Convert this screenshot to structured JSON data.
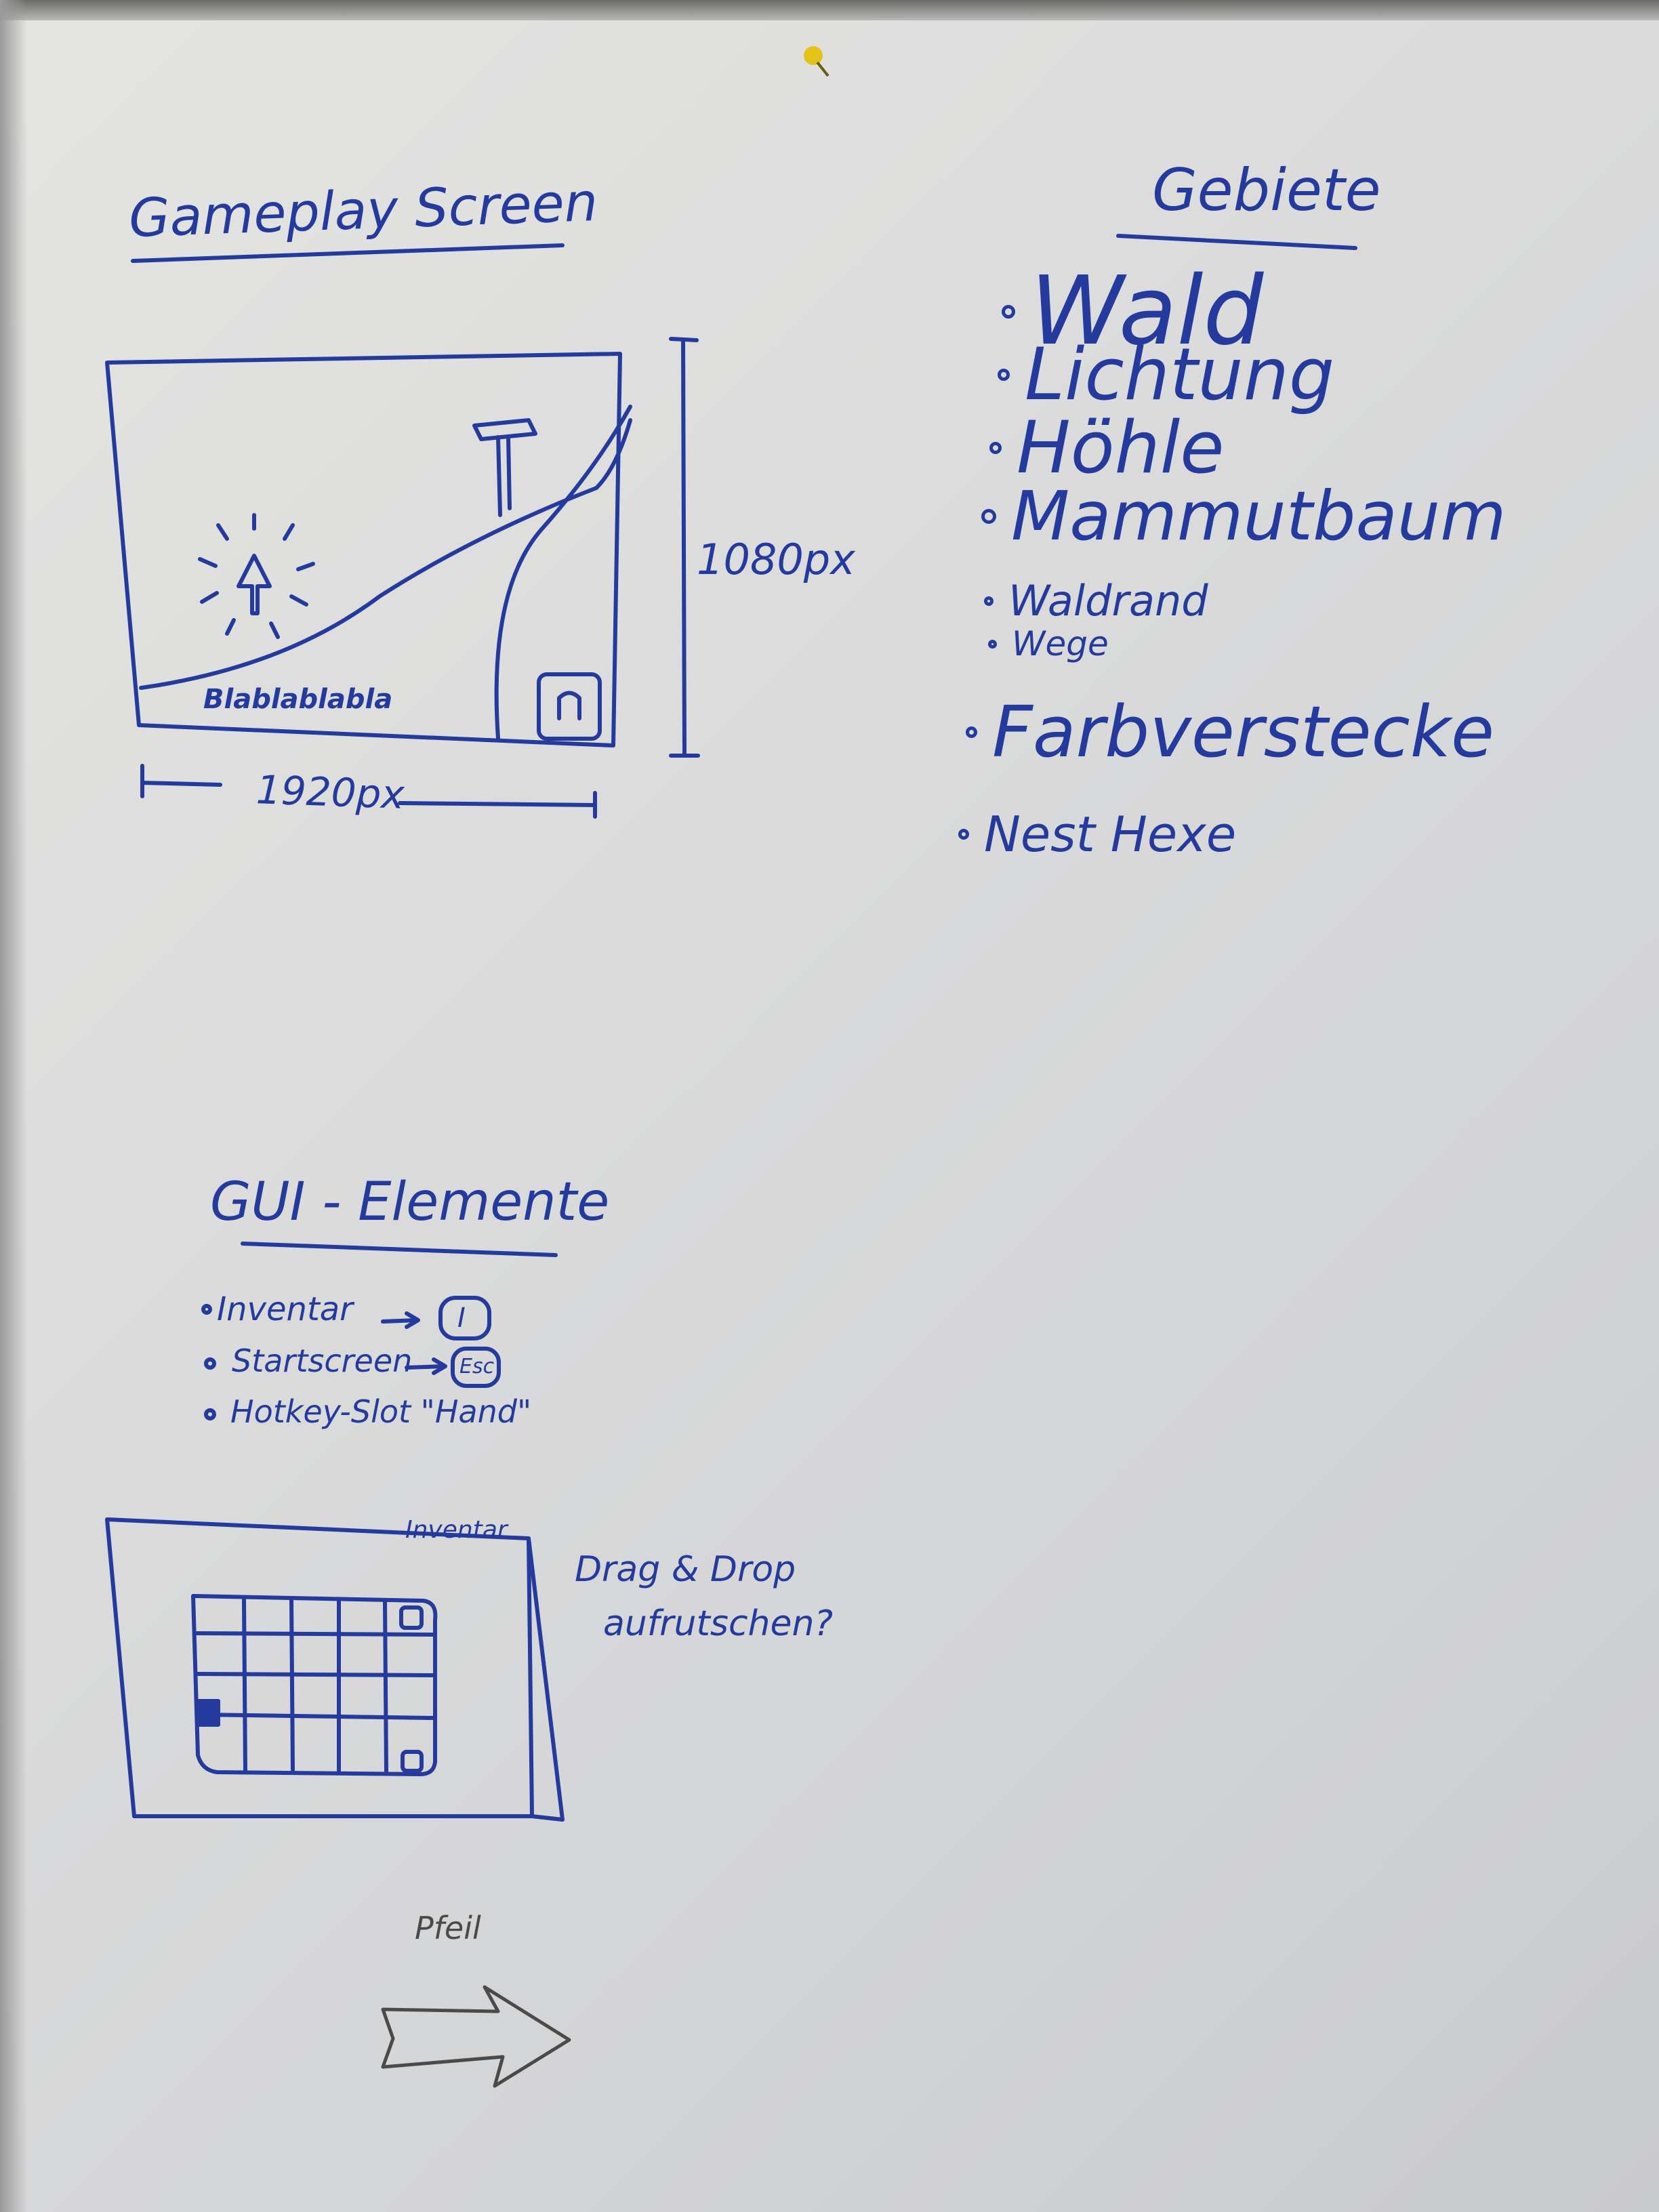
{
  "pin_color": "#e3c21a",
  "ink_color": "#243a9c",
  "gameplay": {
    "title": "Gameplay Screen",
    "height_label": "1080px",
    "width_label": "1920px",
    "ground_text": "Blablablabla"
  },
  "gebiete": {
    "title": "Gebiete",
    "items": [
      "Wald",
      "Lichtung",
      "Höhle",
      "Mammutbaum",
      "Waldrand",
      "Wege",
      "Farbverstecke",
      "Nest Hexe"
    ]
  },
  "gui": {
    "title": "GUI - Elemente",
    "items": [
      {
        "label": "Inventar",
        "key": "I"
      },
      {
        "label": "Startscreen",
        "key": "Esc"
      },
      {
        "label": "Hotkey-Slot \"Hand\"",
        "key": ""
      }
    ],
    "inventory_label": "Inventar",
    "notes": [
      "Drag & Drop",
      "aufrutschen?"
    ]
  },
  "arrow": {
    "label": "Pfeil"
  }
}
